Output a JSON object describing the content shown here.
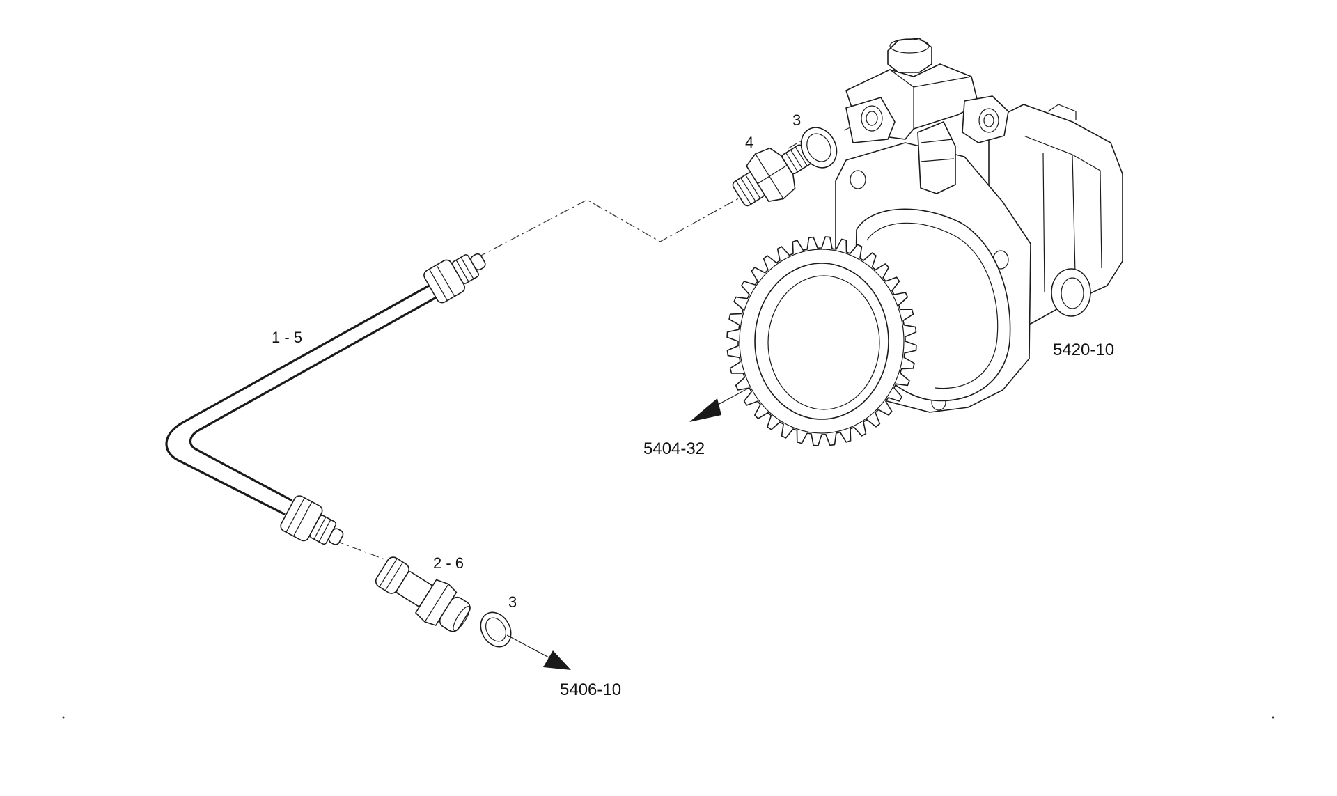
{
  "callouts": {
    "pipe": "1 - 5",
    "adapter": "2 - 6",
    "washer_lower": "3",
    "washer_upper": "3",
    "union": "4"
  },
  "references": {
    "pump": "5420-10",
    "gear": "5404-32",
    "outlet": "5406-10"
  },
  "colors": {
    "line": "#1a1a1a",
    "background": "#ffffff"
  }
}
